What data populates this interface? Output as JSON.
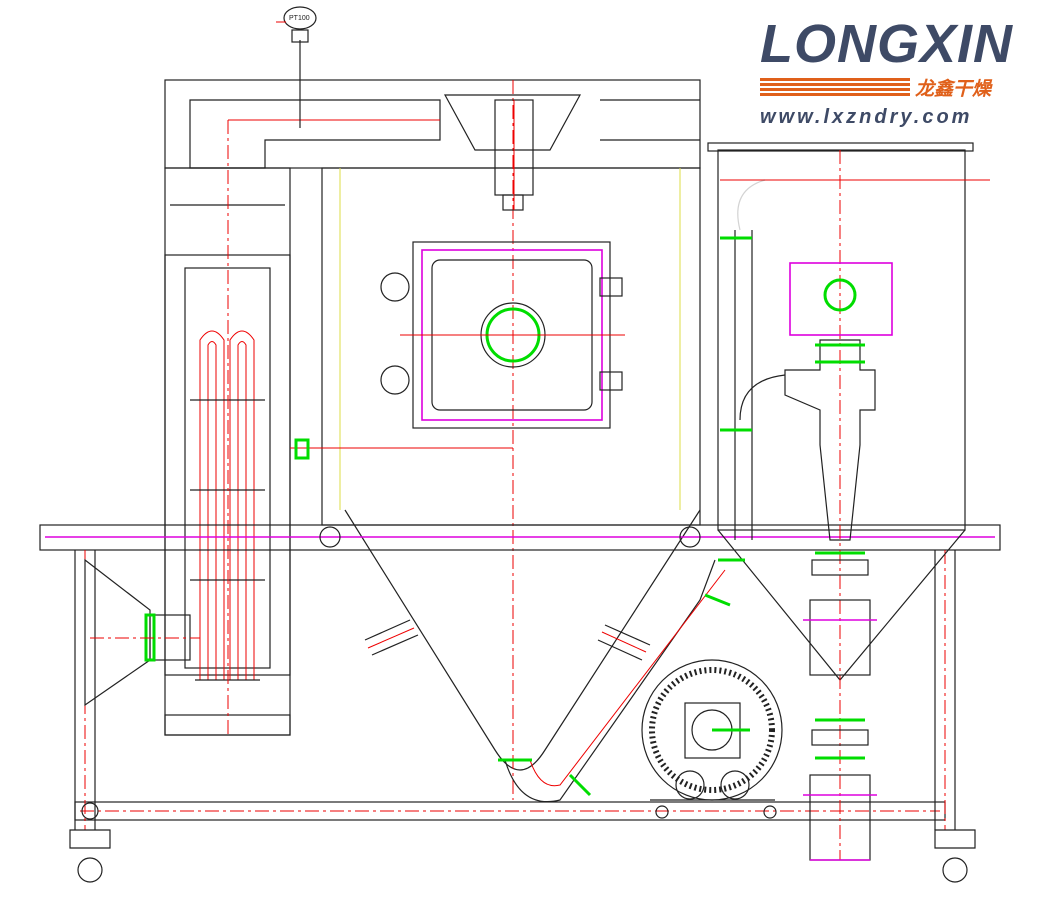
{
  "logo": {
    "brand": "LONGXIN",
    "chinese": "龙鑫干燥",
    "url": "www.lxzndry.com"
  },
  "sensor": {
    "label": "PT100"
  },
  "colors": {
    "outline": "#222222",
    "centerline": "#ee0000",
    "flange": "#00dd00",
    "magenta": "#dd00dd",
    "insulation": "#cfeff5",
    "nozzle": "#1aa7b5",
    "brand_blue": "#3e4a66",
    "brand_orange": "#e0601a"
  }
}
